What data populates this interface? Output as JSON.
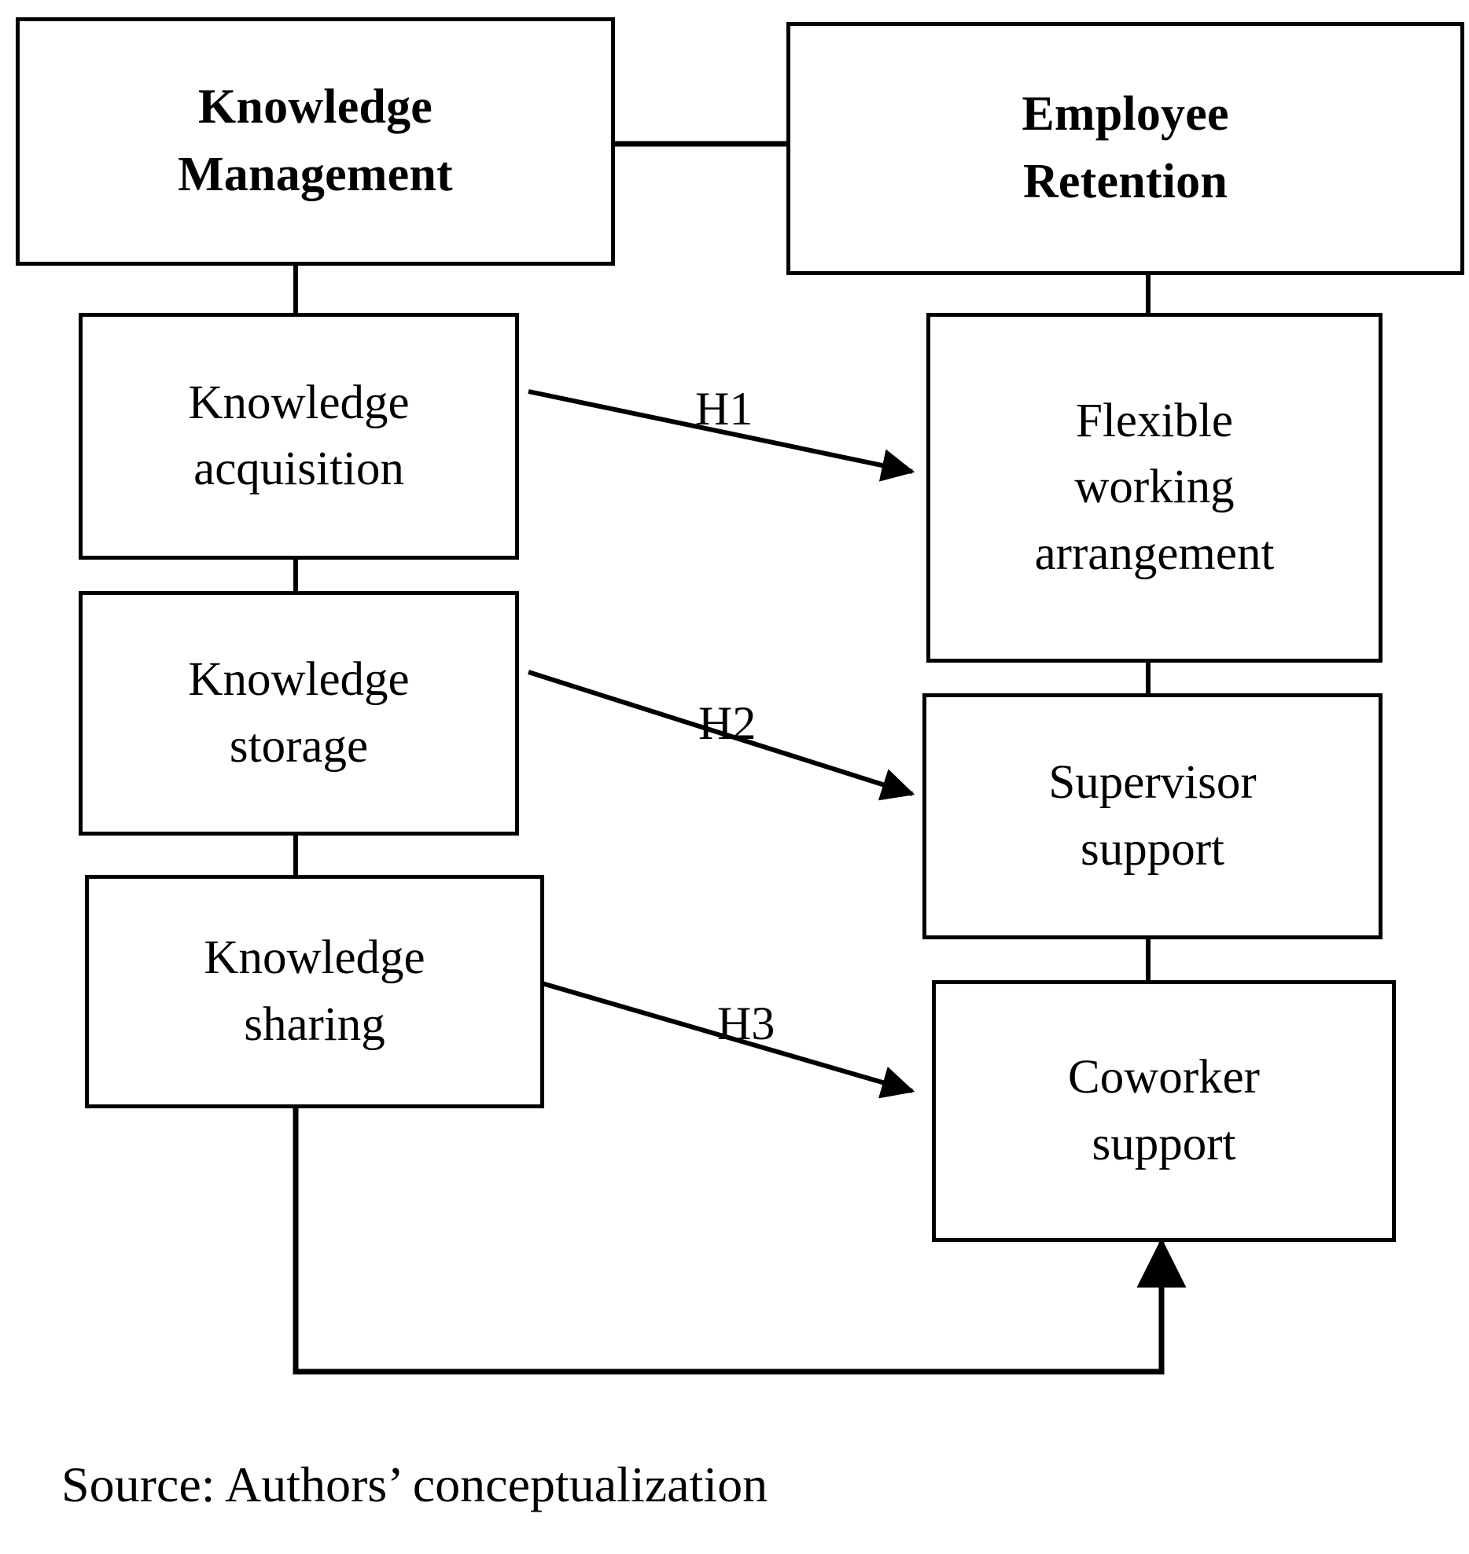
{
  "figure": {
    "type": "conceptual-framework-diagram",
    "source_note": "Source: Authors’ conceptualization",
    "stroke_color": "#000000",
    "background_color": "#ffffff"
  },
  "nodes": {
    "knowledge_management": {
      "line1": "Knowledge",
      "line2": "Management"
    },
    "employee_retention": {
      "line1": "Employee",
      "line2": "Retention"
    },
    "knowledge_acquisition": {
      "line1": "Knowledge",
      "line2": "acquisition"
    },
    "knowledge_storage": {
      "line1": "Knowledge",
      "line2": "storage"
    },
    "knowledge_sharing": {
      "line1": "Knowledge",
      "line2": "sharing"
    },
    "flexible_working_arrangement": {
      "line1": "Flexible",
      "line2": "working",
      "line3": "arrangement"
    },
    "supervisor_support": {
      "line1": "Supervisor",
      "line2": "support"
    },
    "coworker_support": {
      "line1": "Coworker",
      "line2": "support"
    }
  },
  "edge_labels": {
    "h1": "H1",
    "h2": "H2",
    "h3": "H3"
  },
  "chart_data": {
    "type": "diagram",
    "title": "",
    "nodes": [
      {
        "id": "knowledge_management",
        "label": "Knowledge Management",
        "column": "left",
        "level": 0
      },
      {
        "id": "employee_retention",
        "label": "Employee Retention",
        "column": "right",
        "level": 0
      },
      {
        "id": "knowledge_acquisition",
        "label": "Knowledge acquisition",
        "column": "left",
        "level": 1
      },
      {
        "id": "knowledge_storage",
        "label": "Knowledge storage",
        "column": "left",
        "level": 2
      },
      {
        "id": "knowledge_sharing",
        "label": "Knowledge sharing",
        "column": "left",
        "level": 3
      },
      {
        "id": "flexible_working_arrangement",
        "label": "Flexible working arrangement",
        "column": "right",
        "level": 1
      },
      {
        "id": "supervisor_support",
        "label": "Supervisor support",
        "column": "right",
        "level": 2
      },
      {
        "id": "coworker_support",
        "label": "Coworker support",
        "column": "right",
        "level": 3
      }
    ],
    "edges": [
      {
        "from": "knowledge_management",
        "to": "employee_retention",
        "label": "",
        "arrow": true
      },
      {
        "from": "knowledge_management",
        "to": "knowledge_acquisition",
        "label": "",
        "arrow": false
      },
      {
        "from": "knowledge_acquisition",
        "to": "knowledge_storage",
        "label": "",
        "arrow": false
      },
      {
        "from": "knowledge_storage",
        "to": "knowledge_sharing",
        "label": "",
        "arrow": false
      },
      {
        "from": "employee_retention",
        "to": "flexible_working_arrangement",
        "label": "",
        "arrow": false
      },
      {
        "from": "flexible_working_arrangement",
        "to": "supervisor_support",
        "label": "",
        "arrow": false
      },
      {
        "from": "supervisor_support",
        "to": "coworker_support",
        "label": "",
        "arrow": false
      },
      {
        "from": "knowledge_acquisition",
        "to": "flexible_working_arrangement",
        "label": "H1",
        "arrow": true
      },
      {
        "from": "knowledge_storage",
        "to": "supervisor_support",
        "label": "H2",
        "arrow": true
      },
      {
        "from": "knowledge_sharing",
        "to": "coworker_support",
        "label": "H3",
        "arrow": true
      },
      {
        "from": "knowledge_sharing",
        "to": "coworker_support",
        "label": "",
        "arrow": true
      }
    ],
    "legend": [],
    "annotations": [
      "Source: Authors’ conceptualization"
    ]
  }
}
